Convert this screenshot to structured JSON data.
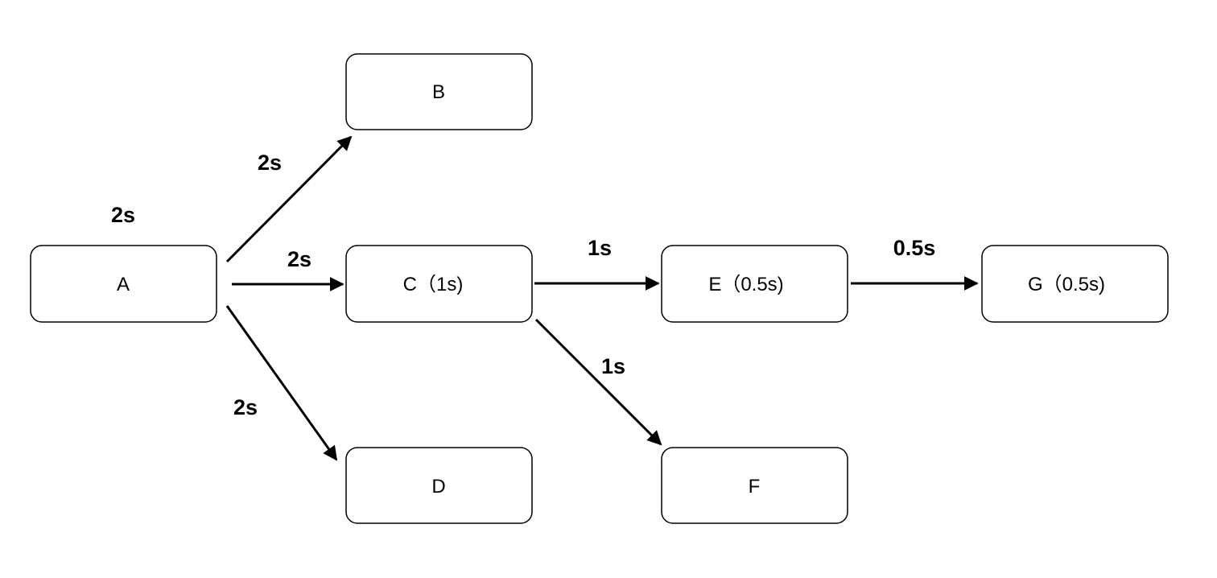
{
  "labels": {
    "a_top": "2s"
  },
  "nodes": {
    "a": "A",
    "b": "B",
    "c": "C（1s)",
    "d": "D",
    "e": "E（0.5s)",
    "f": "F",
    "g": "G（0.5s)"
  },
  "edges": {
    "a_b": "2s",
    "a_c": "2s",
    "a_d": "2s",
    "c_e": "1s",
    "c_f": "1s",
    "e_g": "0.5s"
  },
  "colors": {
    "stroke": "#000000",
    "background": "#ffffff"
  }
}
